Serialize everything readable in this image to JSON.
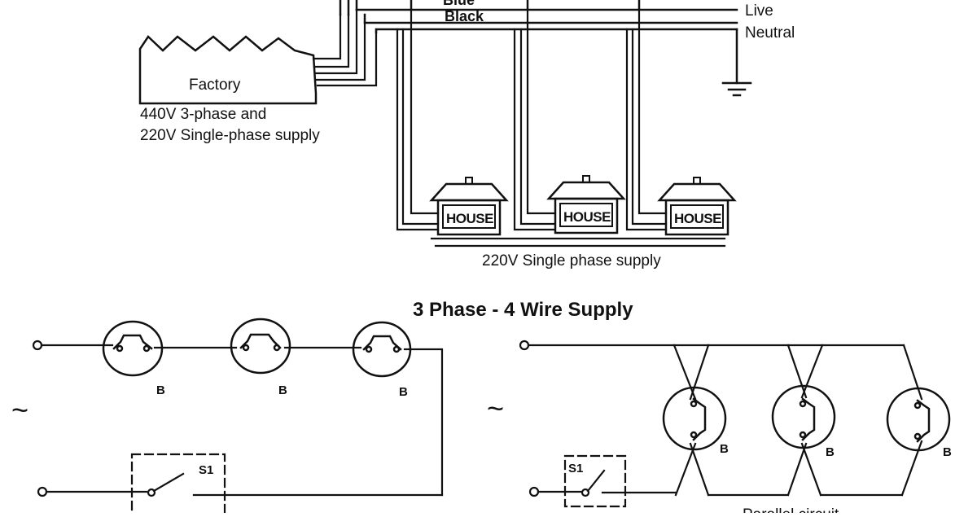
{
  "top_diagram": {
    "wire_labels": {
      "partial_top": "Blue",
      "black": "Black",
      "live": "Live",
      "neutral": "Neutral"
    },
    "factory": {
      "label": "Factory",
      "supply_line1": "440V 3-phase and",
      "supply_line2": "220V Single-phase supply"
    },
    "houses": [
      {
        "label": "HOUSE"
      },
      {
        "label": "HOUSE"
      },
      {
        "label": "HOUSE"
      }
    ],
    "house_supply": "220V Single phase supply"
  },
  "title": "3 Phase - 4 Wire Supply",
  "bottom_left": {
    "lamp_labels": [
      "B",
      "B",
      "B"
    ],
    "switch_label": "S1",
    "source_symbol": "~"
  },
  "bottom_right": {
    "lamp_labels": [
      "B",
      "B",
      "B"
    ],
    "switch_label": "S1",
    "source_symbol": "~",
    "caption_cropped": "Parallel circuit"
  },
  "colors": {
    "ink": "#111111",
    "background": "#ffffff"
  }
}
